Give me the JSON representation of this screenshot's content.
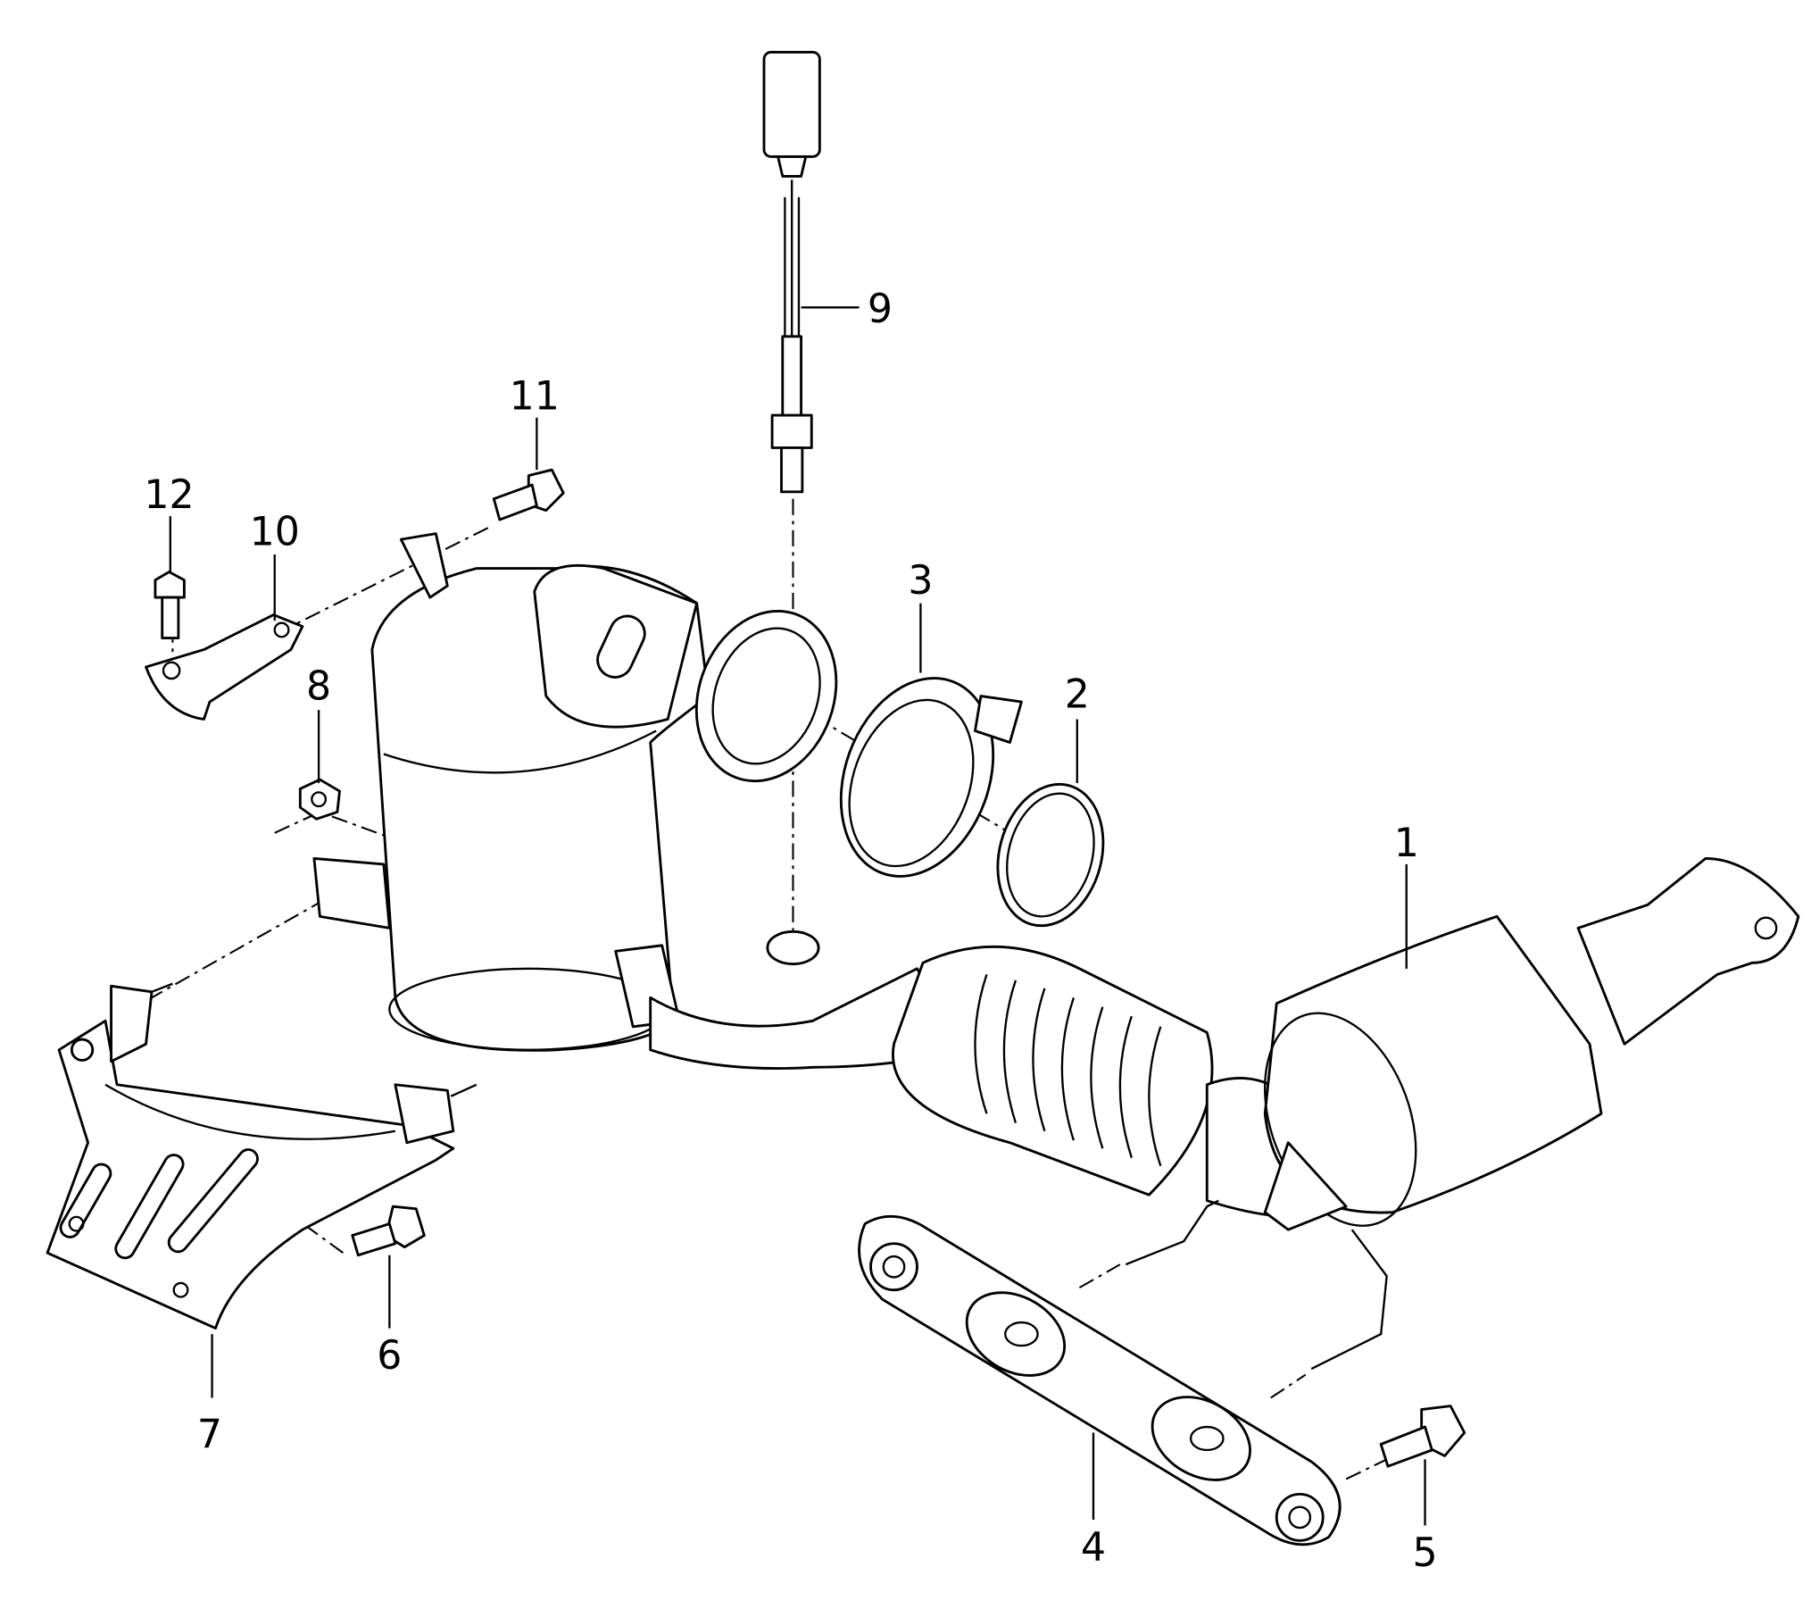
{
  "diagram": {
    "type": "exploded parts diagram",
    "callouts": [
      "1",
      "2",
      "3",
      "4",
      "5",
      "6",
      "7",
      "8",
      "9",
      "10",
      "11",
      "12"
    ],
    "colors": {
      "line": "#000000",
      "background": "#ffffff"
    }
  }
}
